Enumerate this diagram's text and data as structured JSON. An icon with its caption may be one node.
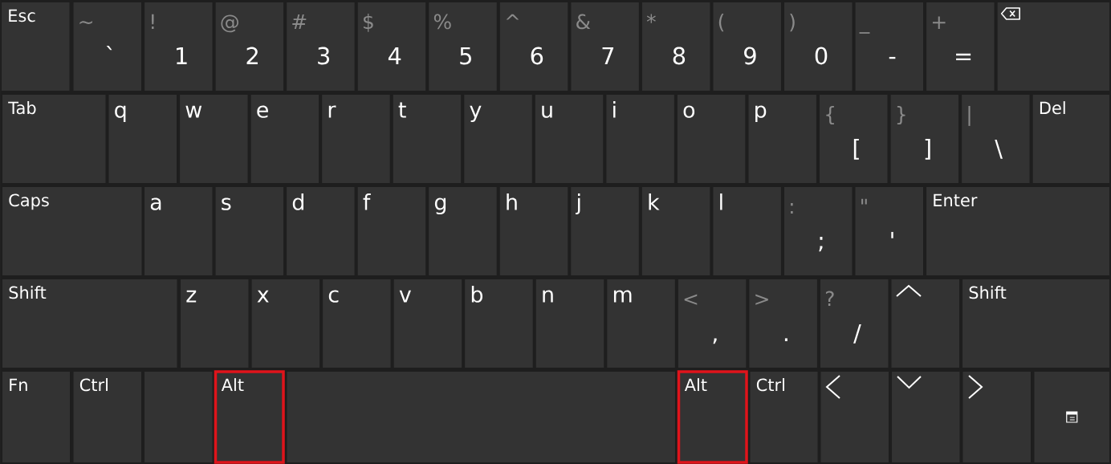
{
  "diagram": {
    "nodes": [
      {
        "text": [
          "Esc"
        ]
      },
      {
        "text": [
          "~",
          "`"
        ]
      },
      {
        "text": [
          "!",
          "1"
        ]
      },
      {
        "text": [
          "@",
          "2"
        ]
      },
      {
        "text": [
          "#",
          "3"
        ]
      },
      {
        "text": [
          "$",
          "4"
        ]
      },
      {
        "text": [
          "%",
          "5"
        ]
      },
      {
        "text": [
          "^",
          "6"
        ]
      },
      {
        "text": [
          "&",
          "7"
        ]
      },
      {
        "text": [
          "*",
          "8"
        ]
      },
      {
        "text": [
          "(",
          "9"
        ]
      },
      {
        "text": [
          ")",
          "0"
        ]
      },
      {
        "text": [
          "_",
          "-"
        ]
      },
      {
        "text": [
          "+",
          "="
        ]
      },
      {
        "text": [],
        "shape": "box"
      },
      {
        "text": [
          "Tab"
        ]
      },
      {
        "text": [
          "q"
        ]
      },
      {
        "text": [
          "w"
        ]
      },
      {
        "text": [
          "e"
        ]
      },
      {
        "text": [
          "r"
        ]
      },
      {
        "text": [
          "t"
        ]
      },
      {
        "text": [
          "y"
        ]
      },
      {
        "text": [
          "u"
        ]
      },
      {
        "text": [
          "i"
        ]
      },
      {
        "text": [
          "o"
        ]
      },
      {
        "text": [
          "p"
        ]
      },
      {
        "text": [
          "{",
          "["
        ]
      },
      {
        "text": [
          "}",
          "]"
        ]
      },
      {
        "text": [
          "|",
          "\\"
        ]
      },
      {
        "text": [
          "Del"
        ]
      },
      {
        "text": [
          "Caps"
        ]
      },
      {
        "text": [
          "a"
        ]
      },
      {
        "text": [
          "s"
        ]
      },
      {
        "text": [
          "d"
        ]
      },
      {
        "text": [
          "f"
        ]
      },
      {
        "text": [
          "g"
        ]
      },
      {
        "text": [
          "h"
        ]
      },
      {
        "text": [
          "j"
        ]
      },
      {
        "text": [
          "k"
        ]
      },
      {
        "text": [
          "l"
        ]
      },
      {
        "text": [
          ":",
          ";"
        ]
      },
      {
        "text": [
          "\"",
          "'"
        ]
      },
      {
        "text": [
          "Enter"
        ]
      },
      {
        "text": [
          "Shift"
        ]
      },
      {
        "text": [
          "z"
        ]
      },
      {
        "text": [
          "x"
        ]
      },
      {
        "text": [
          "c"
        ]
      },
      {
        "text": [
          "v"
        ]
      },
      {
        "text": [
          "b"
        ]
      },
      {
        "text": [
          "n"
        ]
      },
      {
        "text": [
          "m"
        ]
      },
      {
        "text": [
          "<",
          ","
        ]
      },
      {
        "text": [
          ">",
          "."
        ]
      },
      {
        "text": [
          "?",
          "/"
        ]
      },
      {
        "text": [],
        "shape": "box"
      },
      {
        "text": [
          "Shift"
        ]
      },
      {
        "text": [
          "Fn"
        ]
      },
      {
        "text": [
          "Ctrl"
        ]
      },
      {
        "text": [],
        "shape": "box"
      },
      {
        "text": [
          "Alt"
        ]
      },
      {
        "text": [],
        "shape": "box"
      },
      {
        "text": [
          "Alt"
        ]
      },
      {
        "text": [
          "Ctrl"
        ]
      },
      {
        "text": [],
        "shape": "box"
      },
      {
        "text": [],
        "shape": "box"
      },
      {
        "text": [],
        "shape": "box"
      },
      {
        "text": [],
        "shape": "box"
      }
    ]
  }
}
